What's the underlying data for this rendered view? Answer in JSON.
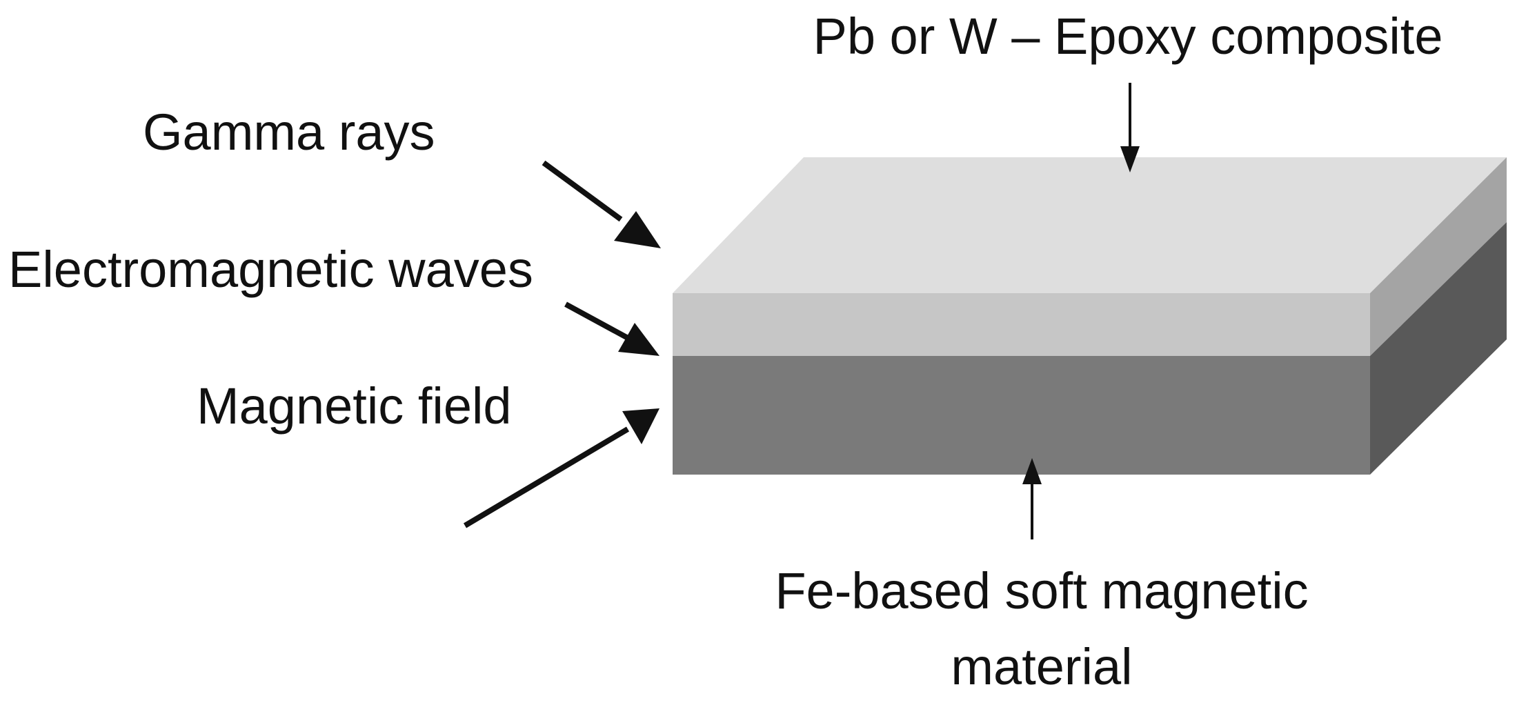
{
  "labels": {
    "top_layer": "Pb or W – Epoxy composite",
    "gamma": "Gamma rays",
    "em_waves": "Electromagnetic waves",
    "magnetic": "Magnetic field",
    "bottom_layer_line1": "Fe-based soft magnetic",
    "bottom_layer_line2": "material"
  },
  "colors": {
    "top_surface": "#dedede",
    "top_front": "#c6c6c6",
    "top_side": "#a4a4a4",
    "bottom_front": "#7a7a7a",
    "bottom_side": "#595959",
    "ink": "#111111"
  }
}
